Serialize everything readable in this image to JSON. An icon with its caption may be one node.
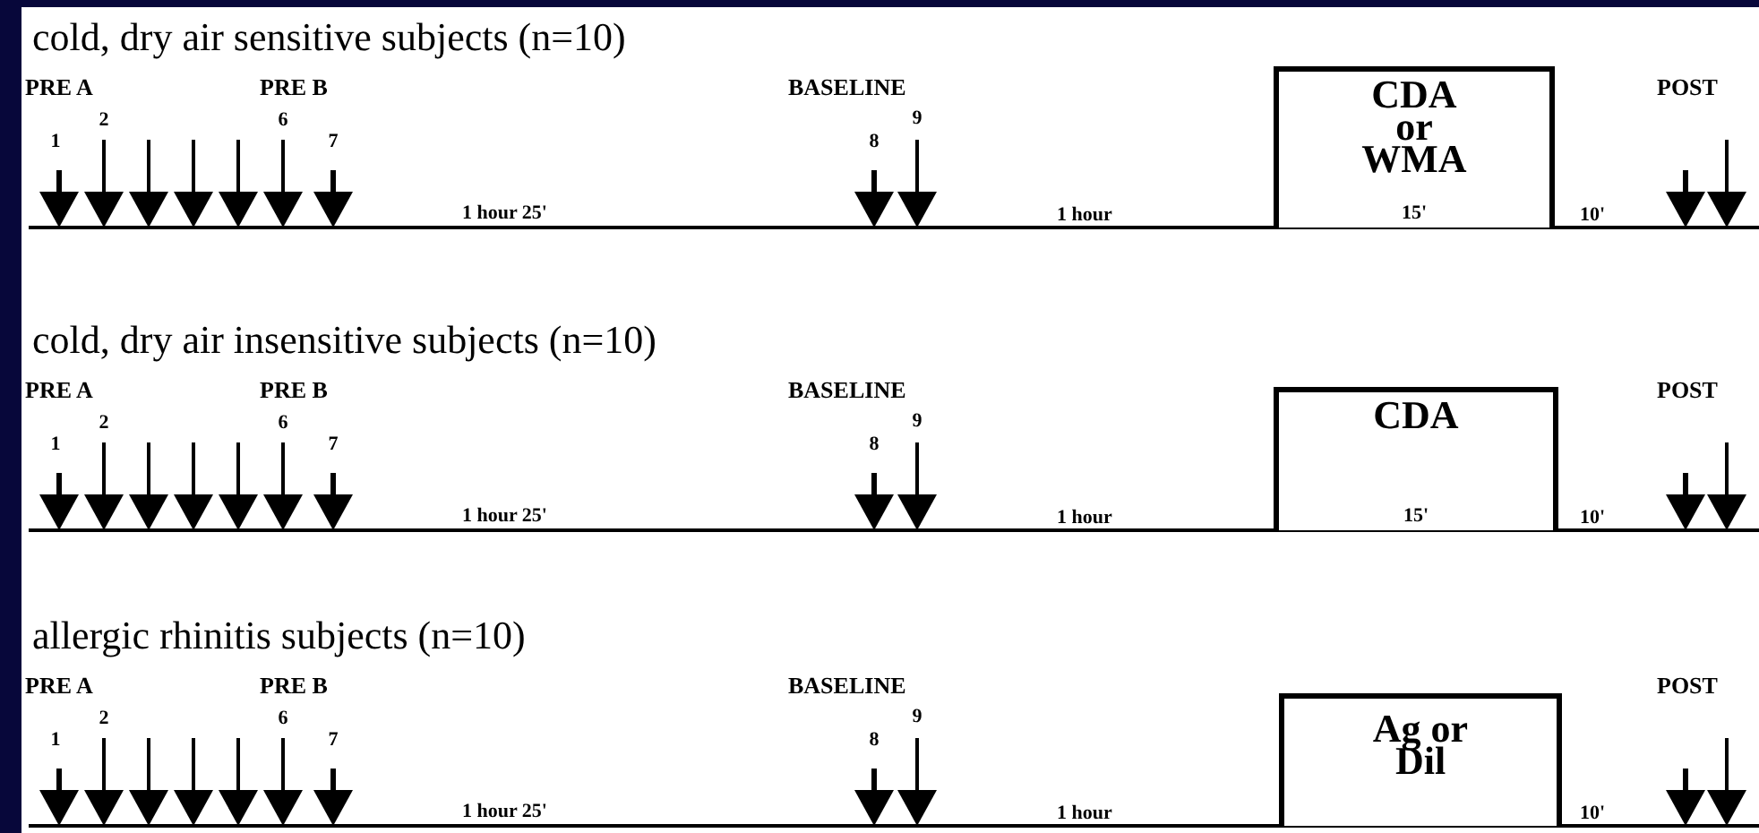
{
  "diagram": {
    "nodes": [
      {
        "text": [
          "CDA or WMA",
          "15'"
        ]
      },
      {
        "text": [
          "CDA",
          "15'"
        ]
      },
      {
        "text": [
          "Ag or Dil"
        ]
      }
    ],
    "labels": [
      "cold, dry air sensitive subjects (n=10)",
      "PRE A",
      "PRE B",
      "BASELINE",
      "POST",
      "1",
      "2",
      "6",
      "7",
      "8",
      "9",
      "1 hour 25'",
      "1 hour",
      "10'",
      "cold, dry air insensitive subjects (n=10)",
      "PRE A",
      "PRE B",
      "BASELINE",
      "POST",
      "1",
      "2",
      "6",
      "7",
      "8",
      "9",
      "1 hour 25'",
      "1 hour",
      "10'",
      "allergic rhinitis subjects (n=10)",
      "PRE A",
      "PRE B",
      "BASELINE",
      "POST",
      "1",
      "2",
      "6",
      "7",
      "8",
      "9",
      "1 hour 25'",
      "1 hour",
      "10'"
    ]
  }
}
